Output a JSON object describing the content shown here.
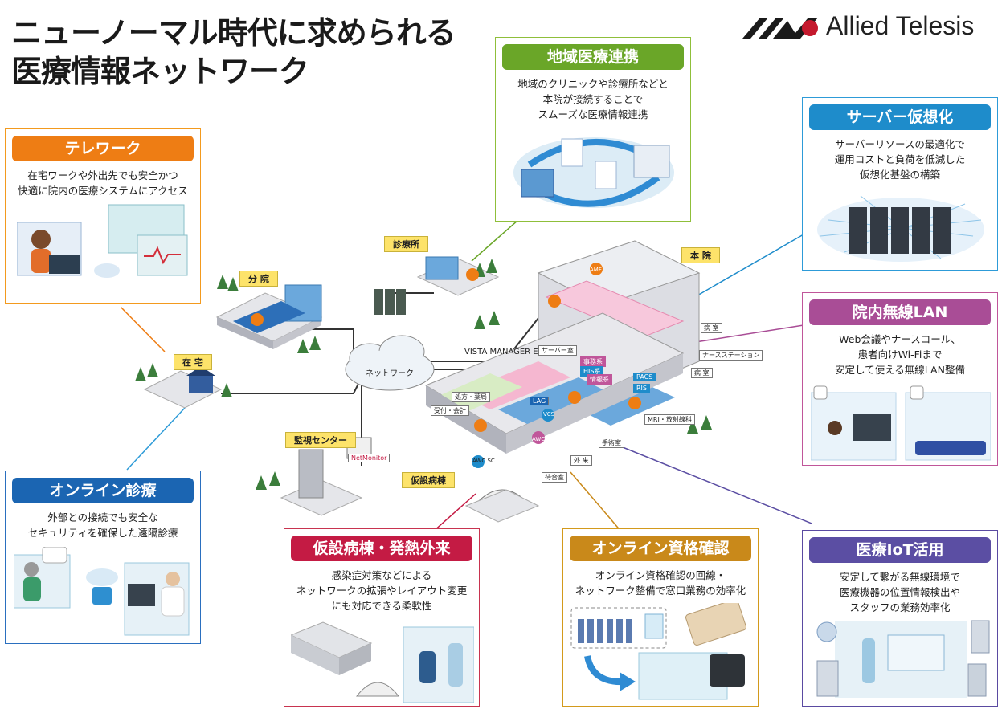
{
  "title": {
    "line1": "ニューノーマル時代に求められる",
    "line2": "医療情報ネットワーク"
  },
  "logo": {
    "text": "Allied Telesis"
  },
  "colors": {
    "telework": "#ee7d14",
    "regional": "#6aa628",
    "server": "#1e8ccb",
    "wlan": "#a94d96",
    "online_clinic": "#1b65b2",
    "temporary": "#c41b44",
    "qualification": "#c9891a",
    "iot": "#5b4ea3"
  },
  "cards": {
    "telework": {
      "title": "テレワーク",
      "desc": [
        "在宅ワークや外出先でも安全かつ",
        "快適に院内の医療システムにアクセス"
      ]
    },
    "regional": {
      "title": "地域医療連携",
      "desc": [
        "地域のクリニックや診療所などと",
        "本院が接続することで",
        "スムーズな医療情報連携"
      ]
    },
    "server": {
      "title": "サーバー仮想化",
      "desc": [
        "サーバーリソースの最適化で",
        "運用コストと負荷を低減した",
        "仮想化基盤の構築"
      ]
    },
    "wlan": {
      "title": "院内無線LAN",
      "desc": [
        "Web会議やナースコール、",
        "患者向けWi-Fiまで",
        "安定して使える無線LAN整備"
      ]
    },
    "online_clinic": {
      "title": "オンライン診療",
      "desc": [
        "外部との接続でも安全な",
        "セキュリティを確保した遠隔診療"
      ]
    },
    "temporary": {
      "title": "仮設病棟・発熱外来",
      "desc": [
        "感染症対策などによる",
        "ネットワークの拡張やレイアウト変更",
        "にも対応できる柔軟性"
      ]
    },
    "qualification": {
      "title": "オンライン資格確認",
      "desc": [
        "オンライン資格確認の回線・",
        "ネットワーク整備で窓口業務の効率化"
      ]
    },
    "iot": {
      "title": "医療IoT活用",
      "desc": [
        "安定して繋がる無線環境で",
        "医療機器の位置情報検出や",
        "スタッフの業務効率化"
      ]
    }
  },
  "diagram": {
    "sites": {
      "clinic": "診療所",
      "branch": "分 院",
      "main": "本 院",
      "home": "在 宅",
      "monitor": "監視センター",
      "temp_ward": "仮設病棟"
    },
    "network": "ネットワーク",
    "vista": "VISTA MANAGER EX",
    "rooms": {
      "server_room": "サーバー室",
      "ward1": "病 室",
      "ward2": "病 室",
      "nurse_station": "ナースステーション",
      "pharmacy": "処方・薬局",
      "reception": "受付・会計",
      "mri": "MRI・放射線科",
      "surgery": "手術室",
      "outpatient": "外 来",
      "waiting": "待合室"
    },
    "systems": {
      "business": "事務系",
      "his": "HIS系",
      "info": "情報系",
      "pacs": "PACS",
      "ris": "RIS",
      "netmonitor": "NetMonitor"
    },
    "devices": {
      "amf": "AMF",
      "lag": "LAG",
      "vcs": "VCS",
      "awc": "AWC",
      "awc_sc": "AWC SC"
    }
  }
}
